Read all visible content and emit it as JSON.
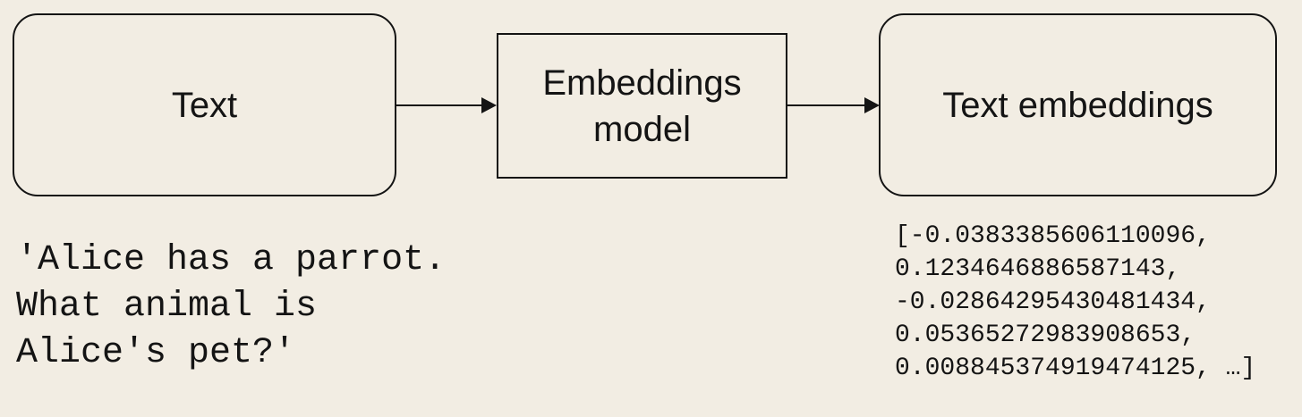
{
  "canvas": {
    "background_color": "#f2ede3",
    "ink_color": "#141414"
  },
  "flow": {
    "input_node": {
      "label": "Text",
      "shape": "rounded-rectangle"
    },
    "model_node": {
      "label": "Embeddings\nmodel",
      "shape": "rectangle"
    },
    "output_node": {
      "label": "Text embeddings",
      "shape": "rounded-rectangle"
    },
    "arrows": [
      {
        "from": "input_node",
        "to": "model_node",
        "direction": "right"
      },
      {
        "from": "model_node",
        "to": "output_node",
        "direction": "right"
      }
    ]
  },
  "example": {
    "input_text": "'Alice has a parrot.\nWhat animal is\nAlice's pet?'",
    "output_vector": "[-0.0383385606110096,\n0.1234646886587143,\n-0.02864295430481434,\n0.05365272983908653,\n0.008845374919474125, …]"
  }
}
